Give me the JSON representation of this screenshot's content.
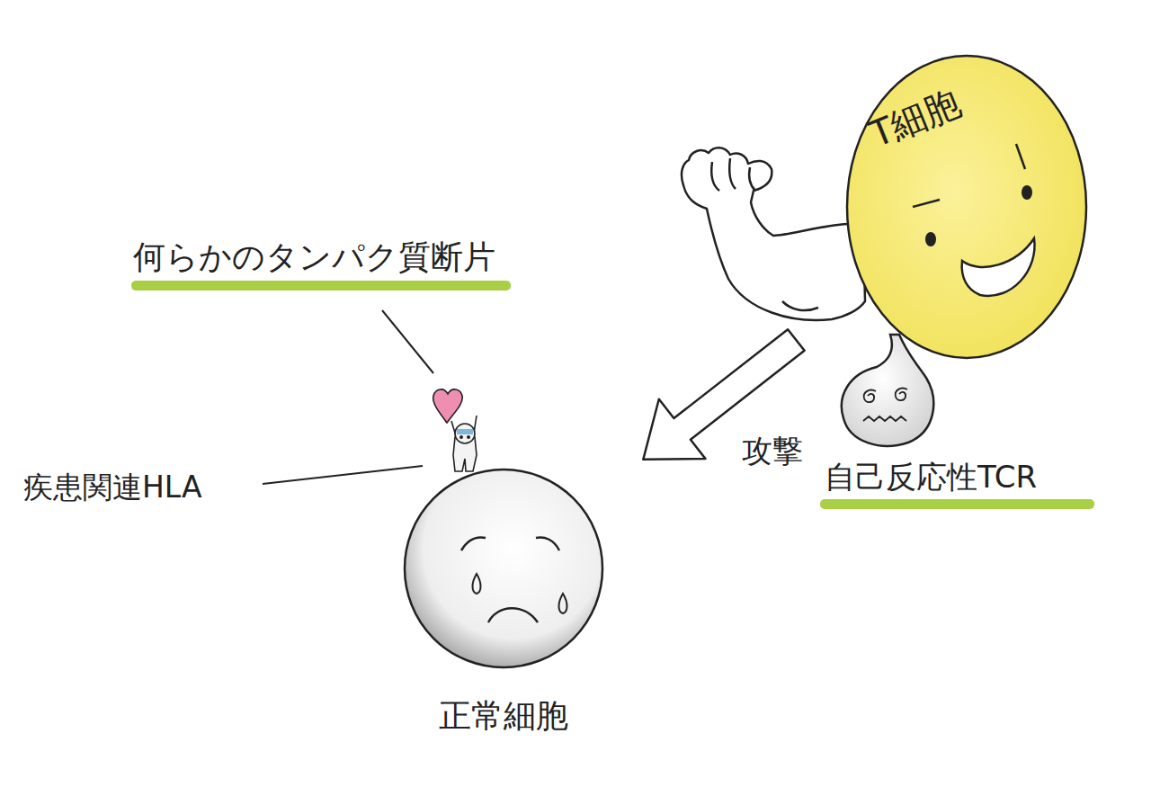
{
  "diagram": {
    "nodes": [
      {
        "text": [
          "T細胞"
        ]
      },
      {
        "text": [
          "正常細胞"
        ]
      }
    ],
    "edges": [
      {
        "from": 0,
        "to": 1,
        "arrow": "to",
        "label": "攻撃"
      }
    ],
    "labels": [
      "何らかのタンパク質断片",
      "疾患関連HLA",
      "自己反応性TCR"
    ]
  }
}
